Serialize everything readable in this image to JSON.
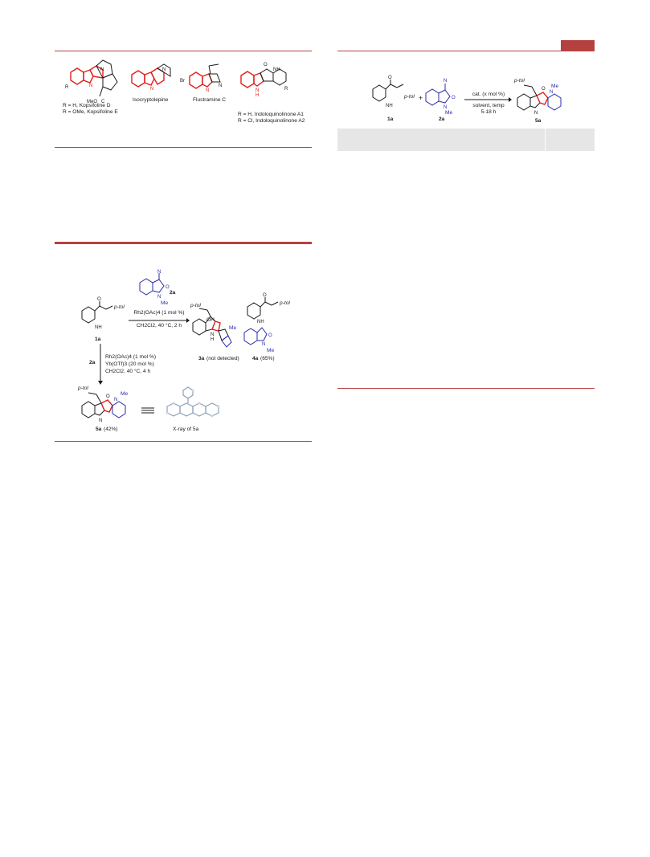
{
  "fig1": {
    "labels": [
      "R = H, Kopsifoline D",
      "R = OMe, Kopsifoline E",
      "Isocryptolepine",
      "Flustramine C",
      "R = H, Indoloquinolinone A1",
      "R = Cl, Indoloquinolinone A2"
    ]
  },
  "scheme1": {
    "sm_label": "1a",
    "reagent_label": "2a",
    "cond_top_1": "Rh2(OAc)4 (1 mol %)",
    "cond_top_2": "CH2Cl2, 40 °C, 2 h",
    "prod3_label": "3a",
    "prod3_note": "(not detected)",
    "prod4_label": "4a",
    "prod4_yield": "(65%)",
    "down_reagent": "2a",
    "cond_down_1": "Rh2(OAc)4 (1 mol %)",
    "cond_down_2": "Yb(OTf)3 (20 mol %)",
    "cond_down_3": "CH2Cl2, 40 °C, 4 h",
    "prod5_label": "5a",
    "prod5_yield": "(42%)",
    "xray_label": "X-ray of 5a",
    "ptol": "p-tol",
    "me": "Me",
    "oh": "OH"
  },
  "scheme2": {
    "sm_label": "1a",
    "reagent_label": "2a",
    "prod_label": "5a",
    "cond_1": "cat. (x mol %)",
    "cond_2": "solvent, temp",
    "cond_3": "5-18 h",
    "ptol": "p-tol",
    "me": "Me"
  }
}
